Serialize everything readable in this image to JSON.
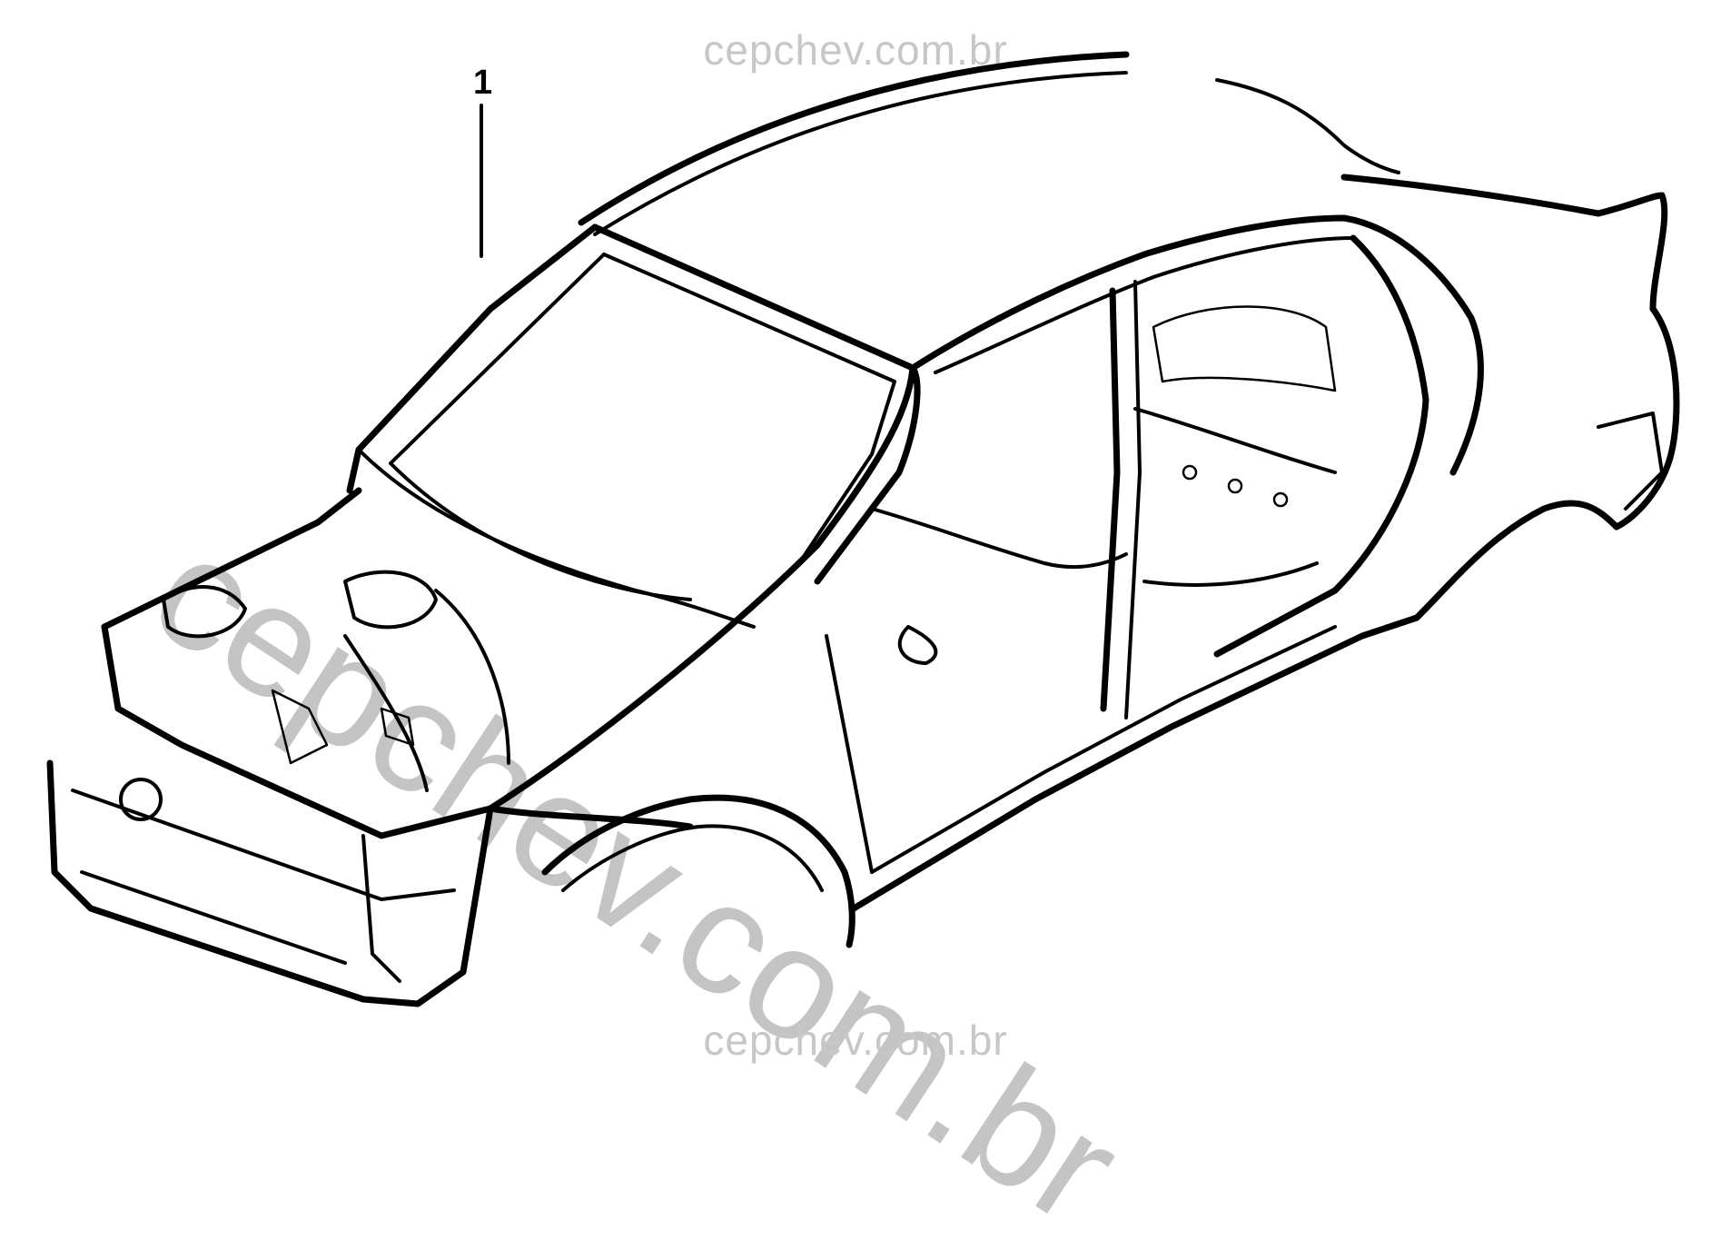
{
  "watermark": {
    "top": "cepchev.com.br",
    "bottom": "cepchev.com.br",
    "diagonal": "cepchev.com.br"
  },
  "callouts": [
    {
      "label": "1"
    }
  ],
  "drawing": {
    "icon": "car-body-shell-line-drawing",
    "line_color": "#000000",
    "watermark_color": "#c4c4c4"
  }
}
